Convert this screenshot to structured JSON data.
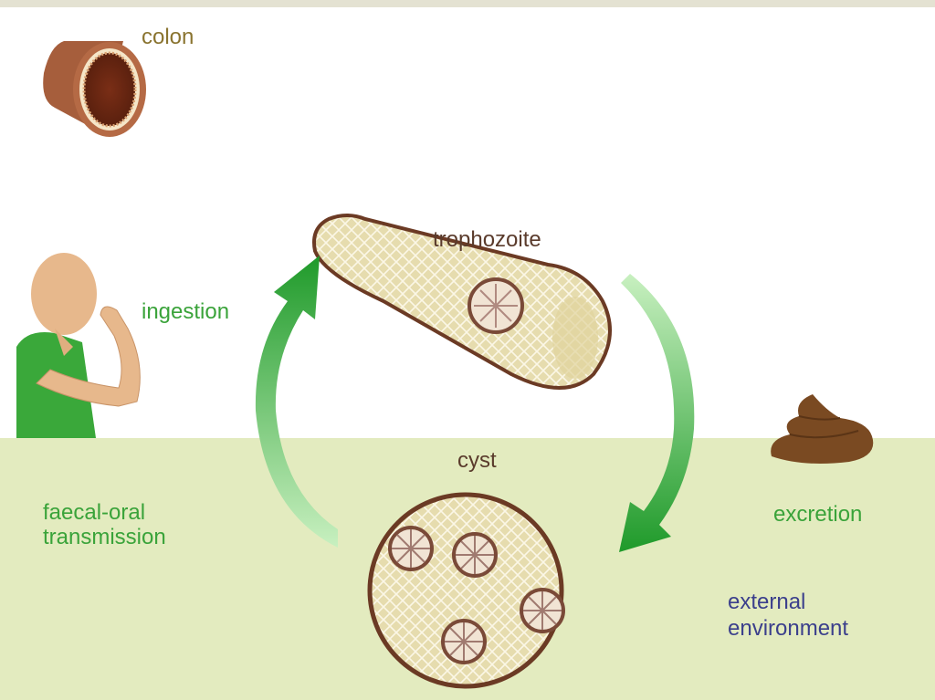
{
  "labels": {
    "colon": "colon",
    "trophozoite": "trophozoite",
    "cyst": "cyst",
    "ingestion": "ingestion",
    "faecal_oral_line1": "faecal-oral",
    "faecal_oral_line2": "transmission",
    "excretion": "excretion",
    "external_line1": "external",
    "external_line2": "environment"
  },
  "colors": {
    "ground": "#e3ebbf",
    "top_strip": "#e4e2d2",
    "arrow_green": "#2a9a2a",
    "cell_fill": "#e6dcae",
    "cell_border": "#6b3a24",
    "colon": "#9b5a3a",
    "stool": "#7a4a22",
    "shirt": "#3aa83a",
    "skin": "#e8b98a"
  },
  "icons": [
    "colon-illustration",
    "trophozoite-cell",
    "cyst-cell",
    "person-ingesting",
    "stool",
    "cycle-arrow"
  ]
}
